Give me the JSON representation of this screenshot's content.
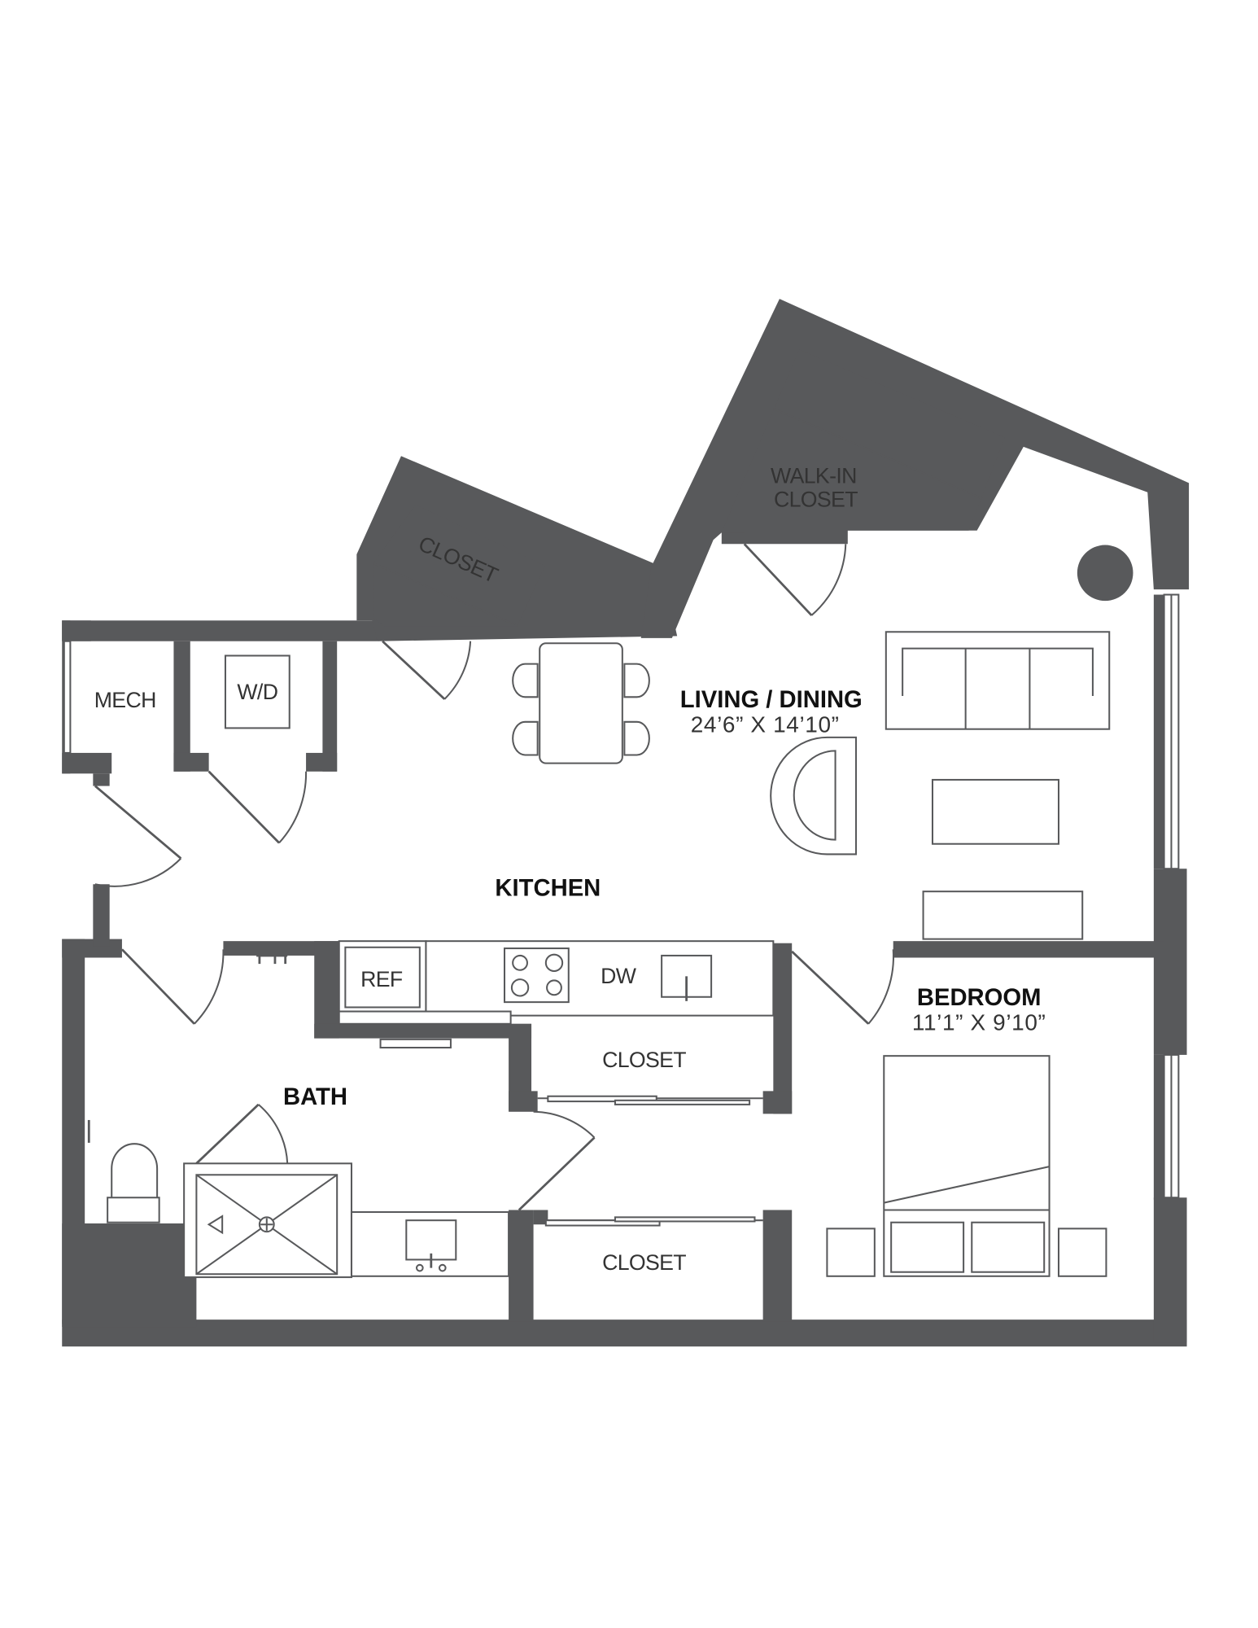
{
  "plan": {
    "rooms": {
      "living": {
        "name": "LIVING / DINING",
        "dims": "24’6” X 14’10”"
      },
      "kitchen": {
        "name": "KITCHEN"
      },
      "bedroom": {
        "name": "BEDROOM",
        "dims": "11’1” X 9’10”"
      },
      "bath": {
        "name": "BATH"
      }
    },
    "labels": {
      "walkin_line1": "WALK-IN",
      "walkin_line2": "CLOSET",
      "closet_top": "CLOSET",
      "mech": "MECH",
      "wd": "W/D",
      "ref": "REF",
      "dw": "DW",
      "closet_mid": "CLOSET",
      "closet_bottom": "CLOSET"
    },
    "colors": {
      "wall": "#58595b",
      "background": "#ffffff"
    }
  }
}
